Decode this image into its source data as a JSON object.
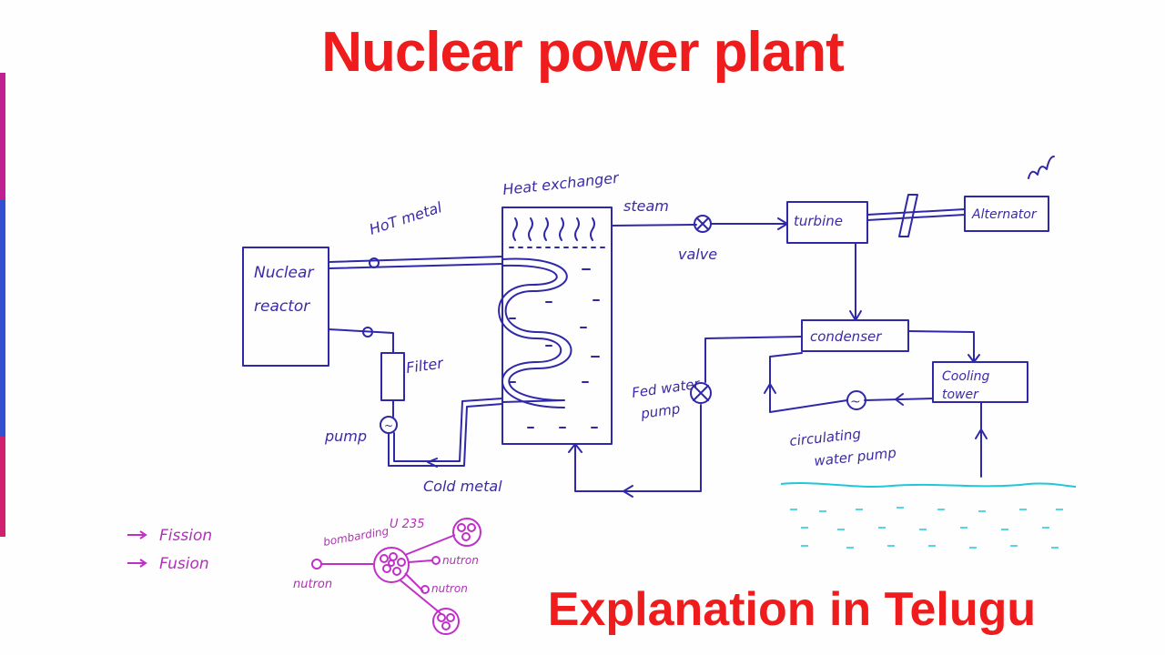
{
  "title": "Nuclear power plant",
  "subtitle": "Explanation in Telugu",
  "labels": {
    "nuclear_reactor_1": "Nuclear",
    "nuclear_reactor_2": "reactor",
    "hot_metal": "HoT metal",
    "heat_exchanger": "Heat exchanger",
    "steam": "steam",
    "valve": "valve",
    "turbine": "turbine",
    "alternator": "Alternator",
    "filter": "Filter",
    "pump": "pump",
    "cold_metal": "Cold metal",
    "condenser": "condenser",
    "feed_water_pump_1": "Fed water",
    "feed_water_pump_2": "pump",
    "cooling_tower_1": "Cooling",
    "cooling_tower_2": "tower",
    "circulating_pump_1": "circulating",
    "circulating_pump_2": "water pump"
  },
  "notes": {
    "fission": "Fission",
    "fusion": "Fusion",
    "bombarding": "bombarding",
    "u235": "U 235",
    "neutron_in": "nutron",
    "neutron_out_1": "nutron",
    "neutron_out_2": "nutron"
  },
  "colors": {
    "title": "#ee1c1c",
    "ink": "#2f28a8",
    "pink": "#c030c8",
    "water": "#1ec8d8"
  }
}
